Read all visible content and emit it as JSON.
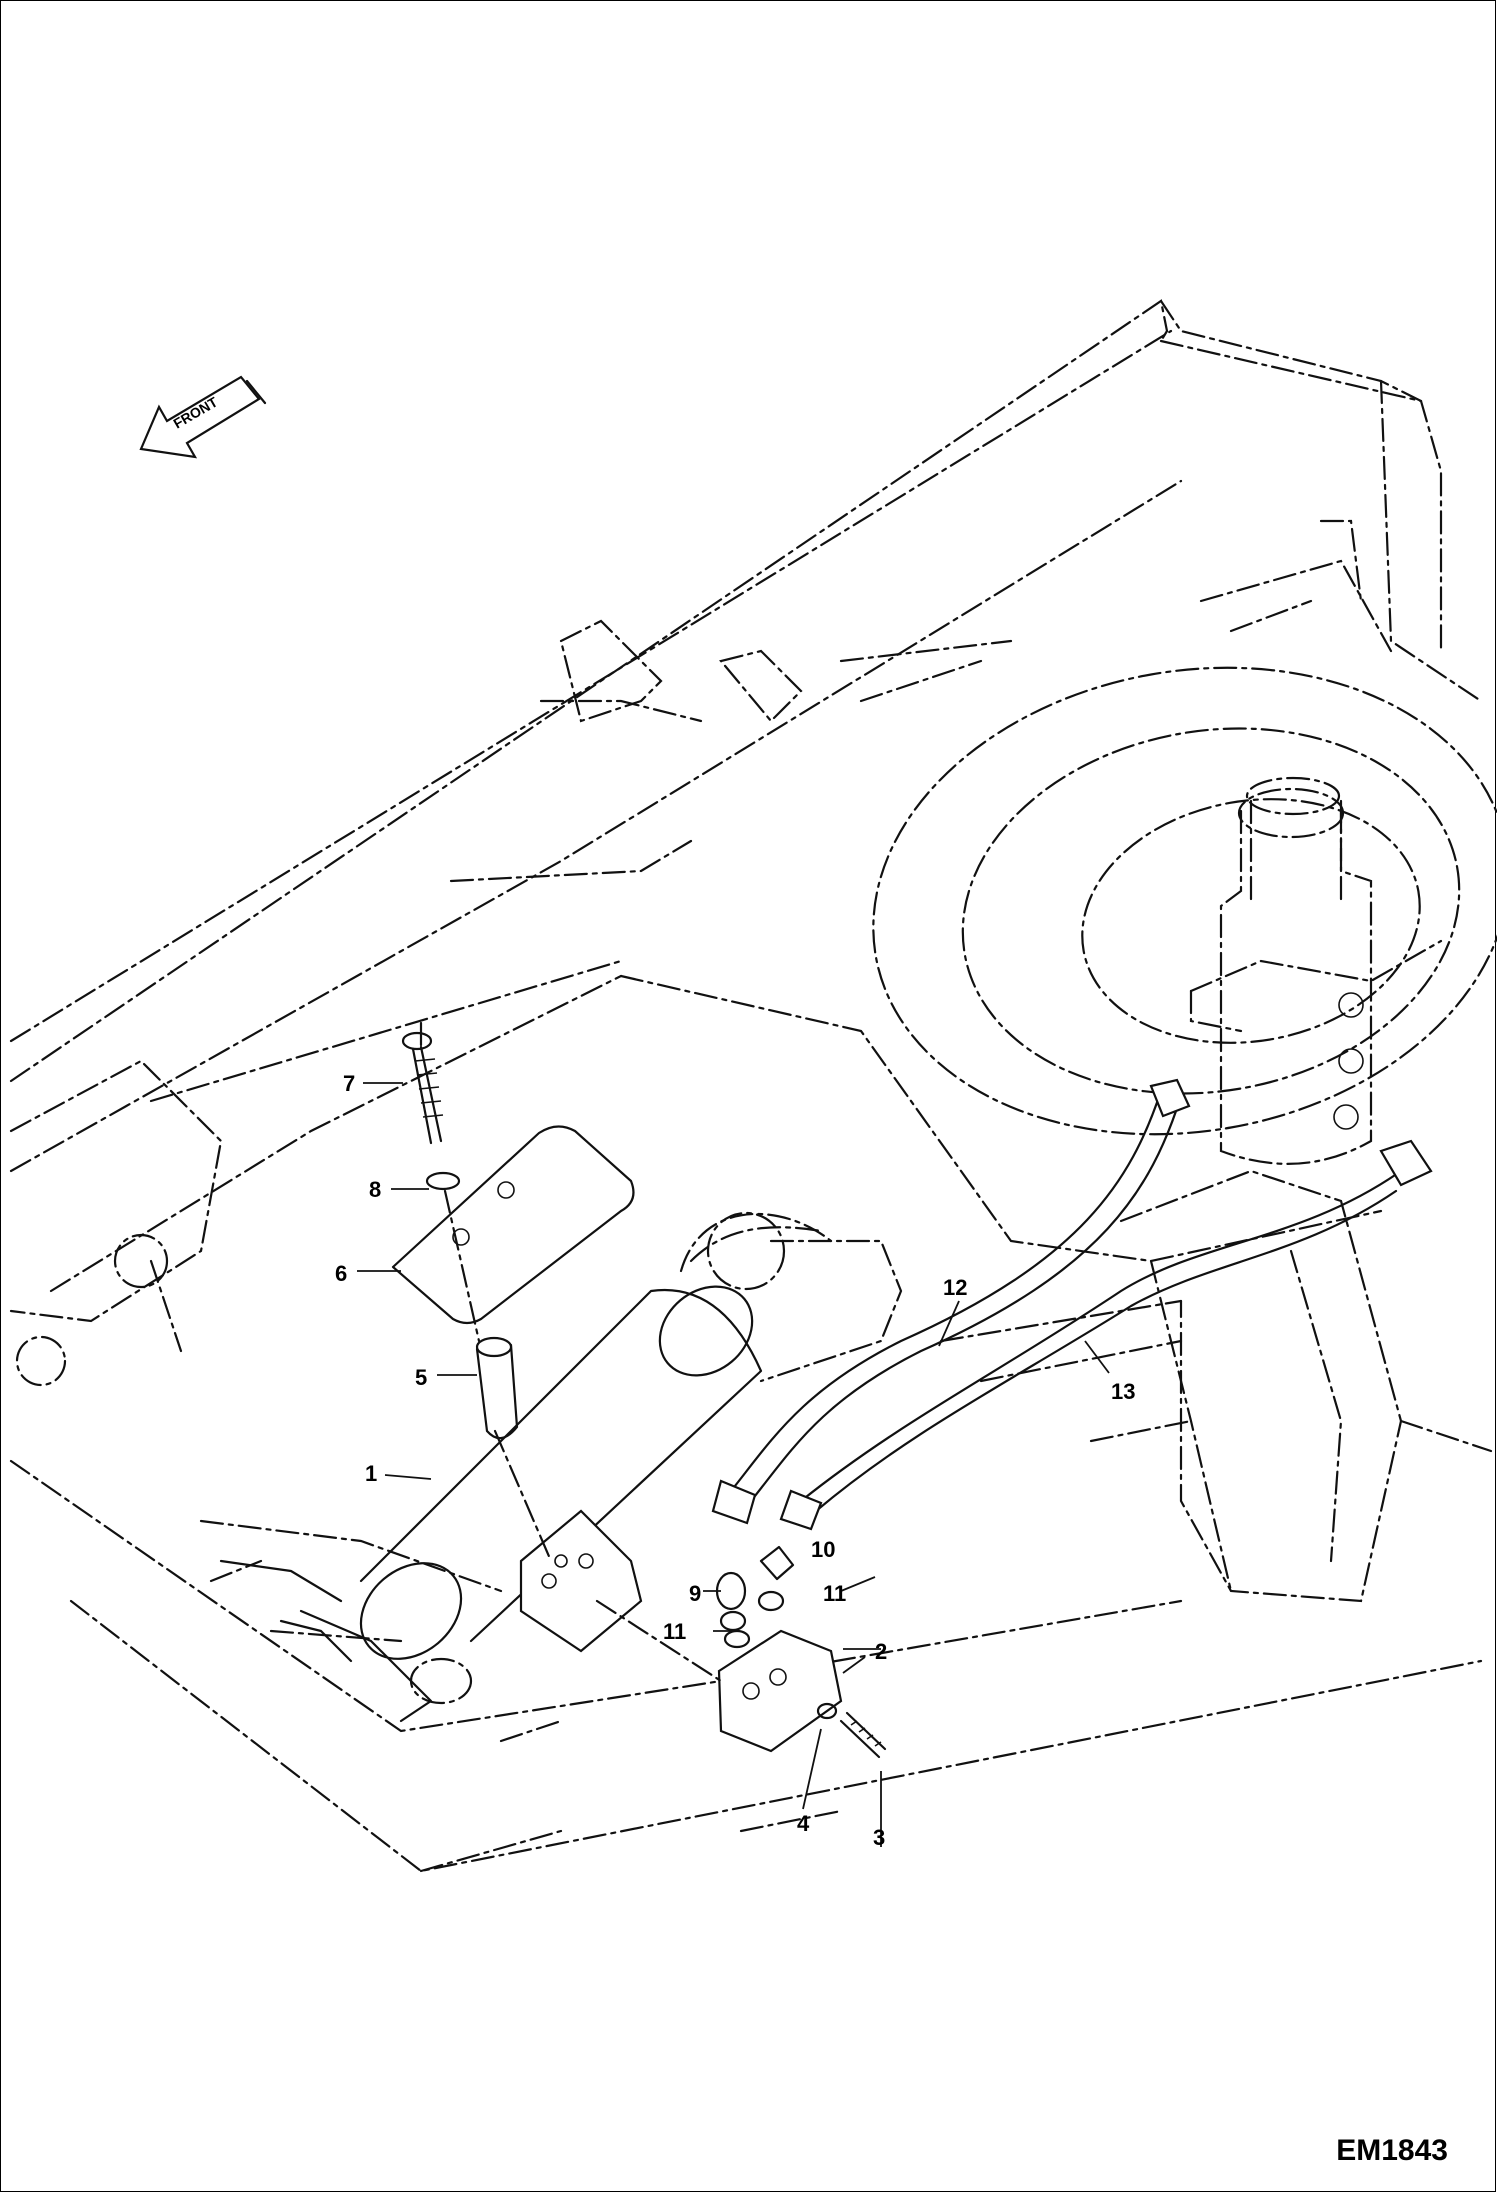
{
  "drawing": {
    "figure_code": "EM1843",
    "direction_arrow_label": "FRONT",
    "callouts": [
      {
        "key": "c1",
        "text": "1"
      },
      {
        "key": "c2",
        "text": "2"
      },
      {
        "key": "c3",
        "text": "3"
      },
      {
        "key": "c4",
        "text": "4"
      },
      {
        "key": "c5",
        "text": "5"
      },
      {
        "key": "c6",
        "text": "6"
      },
      {
        "key": "c7",
        "text": "7"
      },
      {
        "key": "c8",
        "text": "8"
      },
      {
        "key": "c9",
        "text": "9"
      },
      {
        "key": "c10",
        "text": "10"
      },
      {
        "key": "c11a",
        "text": "11"
      },
      {
        "key": "c11b",
        "text": "11"
      },
      {
        "key": "c12",
        "text": "12"
      },
      {
        "key": "c13",
        "text": "13"
      }
    ]
  }
}
